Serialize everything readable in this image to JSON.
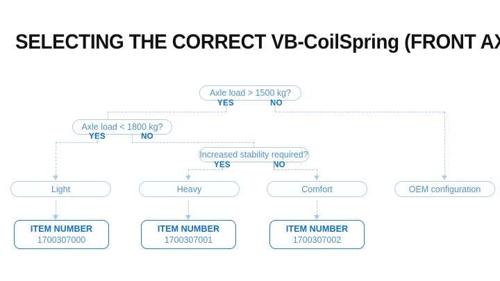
{
  "page": {
    "title": "SELECTING THE CORRECT VB-CoilSpring (FRONT AXLE)",
    "background_color": "#ffffff",
    "title_color": "#111111"
  },
  "theme": {
    "line_color": "#a9cde8",
    "node_border": "#accee9",
    "node_text": "#4c92d2",
    "label_color": "#0b6fc4",
    "item_border": "#1a7ed0",
    "item_label_color": "#0b6fc4",
    "item_value_color": "#4c92d2"
  },
  "flowchart": {
    "type": "decision-tree",
    "decisions": [
      {
        "id": "d1",
        "question": "Axle load > 1500 kg?",
        "yes_label": "YES",
        "no_label": "NO",
        "yes_target": "d2",
        "no_target": "r4"
      },
      {
        "id": "d2",
        "question": "Axle load < 1800 kg?",
        "yes_label": "YES",
        "no_label": "NO",
        "yes_target": "r1",
        "no_target": "d3"
      },
      {
        "id": "d3",
        "question": "Increased stability required?",
        "yes_label": "YES",
        "no_label": "NO",
        "yes_target": "r2",
        "no_target": "r3"
      }
    ],
    "results": [
      {
        "id": "r1",
        "label": "Light"
      },
      {
        "id": "r2",
        "label": "Heavy"
      },
      {
        "id": "r3",
        "label": "Comfort"
      },
      {
        "id": "r4",
        "label": "OEM configuration"
      }
    ],
    "items": [
      {
        "id": "i1",
        "label": "ITEM NUMBER",
        "value": "1700307000",
        "for": "r1"
      },
      {
        "id": "i2",
        "label": "ITEM NUMBER",
        "value": "1700307001",
        "for": "r2"
      },
      {
        "id": "i3",
        "label": "ITEM NUMBER",
        "value": "1700307002",
        "for": "r3"
      }
    ]
  }
}
